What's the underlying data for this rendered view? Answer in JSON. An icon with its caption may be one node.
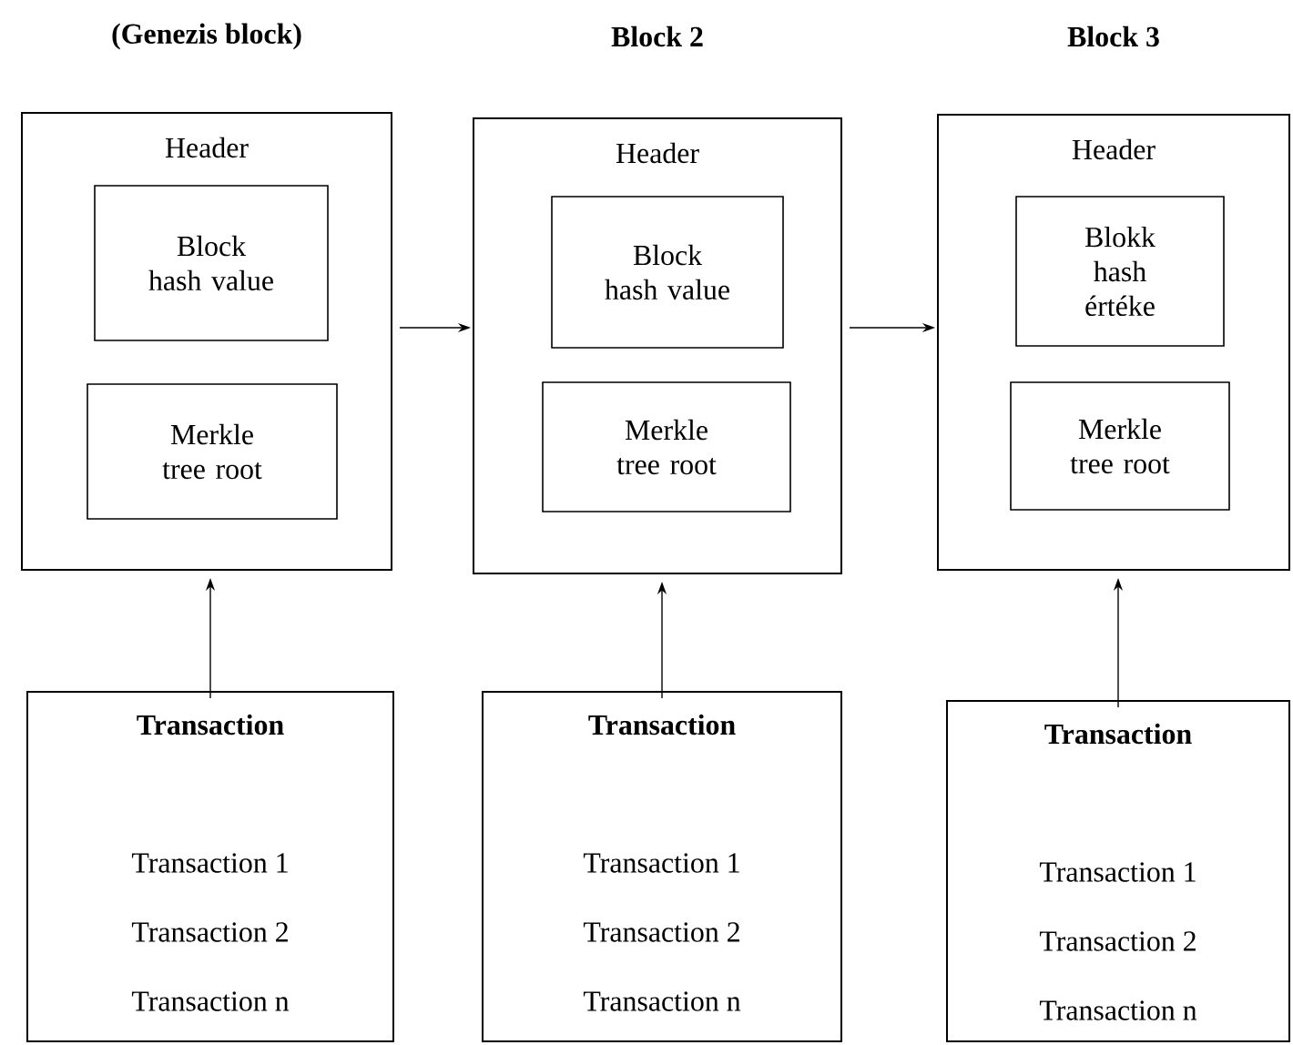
{
  "diagram": {
    "nodes": [
      {
        "text": [
          "(Genezis block)",
          "Header"
        ]
      },
      {
        "text": [
          "Block hash value"
        ],
        "in": 0
      },
      {
        "text": [
          "Merkle tree root"
        ],
        "in": 0
      },
      {
        "text": [
          "Block 2",
          "Header"
        ]
      },
      {
        "text": [
          "Block hash value"
        ],
        "in": 3
      },
      {
        "text": [
          "Merkle tree root"
        ],
        "in": 3
      },
      {
        "text": [
          "Block 3",
          "Header"
        ]
      },
      {
        "text": [
          "Blokk hash értéke"
        ],
        "in": 6
      },
      {
        "text": [
          "Merkle tree root"
        ],
        "in": 6
      },
      {
        "text": [
          "Transaction",
          "Transaction 1",
          "Transaction 2",
          "Transaction n"
        ]
      },
      {
        "text": [
          "Transaction",
          "Transaction 1",
          "Transaction 2",
          "Transaction n"
        ]
      },
      {
        "text": [
          "Transaction",
          "Transaction 1",
          "Transaction 2",
          "Transaction n"
        ]
      }
    ],
    "edges": [
      {
        "from": 0,
        "to": 3,
        "arrow": "to"
      },
      {
        "from": 3,
        "to": 6,
        "arrow": "to"
      },
      {
        "from": 9,
        "to": 0,
        "arrow": "to"
      },
      {
        "from": 10,
        "to": 3,
        "arrow": "to"
      },
      {
        "from": 11,
        "to": 6,
        "arrow": "to"
      }
    ]
  }
}
